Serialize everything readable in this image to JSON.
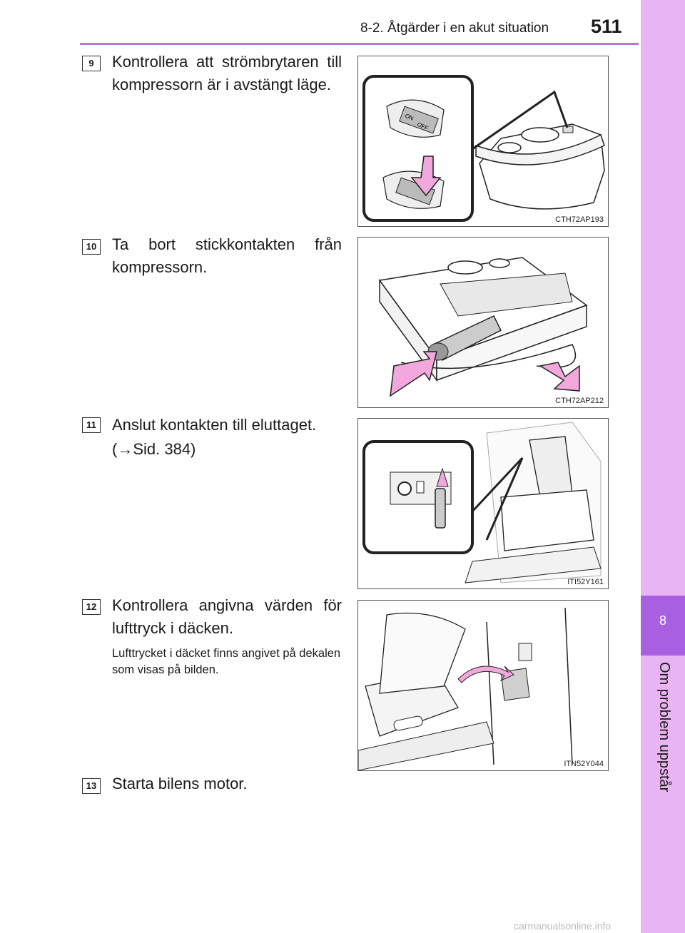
{
  "header": {
    "title": "8-2. Åtgärder i en akut situation",
    "page_number": "511"
  },
  "side_tab": {
    "chapter_number": "8",
    "chapter_label": "Om problem uppstår"
  },
  "steps": [
    {
      "number": "9",
      "text": "Kontrollera att strömbrytaren till kompressorn är i avstängt läge.",
      "figure_code": "CTH72AP193",
      "switch_on": "ON",
      "switch_off": "OFF"
    },
    {
      "number": "10",
      "text": "Ta bort stickkontakten från kompressorn.",
      "figure_code": "CTH72AP212"
    },
    {
      "number": "11",
      "text": "Anslut kontakten till eluttaget.",
      "ref": "(→Sid. 384)",
      "figure_code": "ITI52Y161"
    },
    {
      "number": "12",
      "text": "Kontrollera angivna värden för lufttryck i däcken.",
      "note": "Lufttrycket i däcket finns angivet på dekalen som visas på bilden.",
      "figure_code": "ITN52Y044"
    },
    {
      "number": "13",
      "text": "Starta bilens motor."
    }
  ],
  "watermark": "carmanualsonline.info",
  "colors": {
    "accent": "#b07cd6",
    "tab": "#e8b5f2",
    "tab_dark": "#a85fe0",
    "arrow": "#f2a8dc"
  }
}
